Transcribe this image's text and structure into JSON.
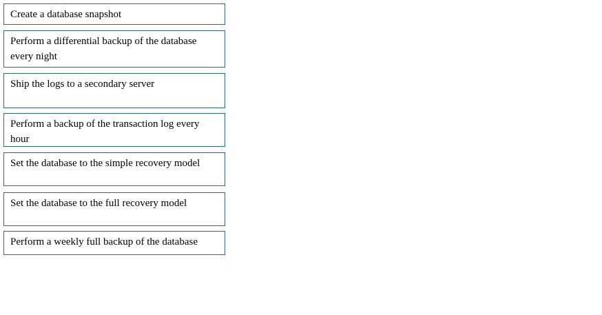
{
  "options": [
    {
      "label": "Create a database snapshot"
    },
    {
      "label": "Perform a differential backup of the database every night"
    },
    {
      "label": "Ship the logs to a secondary server"
    },
    {
      "label": "Perform a backup of the transaction log every hour"
    },
    {
      "label": "Set the database to the simple recovery model"
    },
    {
      "label": "Set the database to the full recovery model"
    },
    {
      "label": "Perform a weekly full backup of the database"
    }
  ],
  "colors": {
    "box_border": "#2e6b7a",
    "text": "#000000",
    "background": "#ffffff"
  }
}
